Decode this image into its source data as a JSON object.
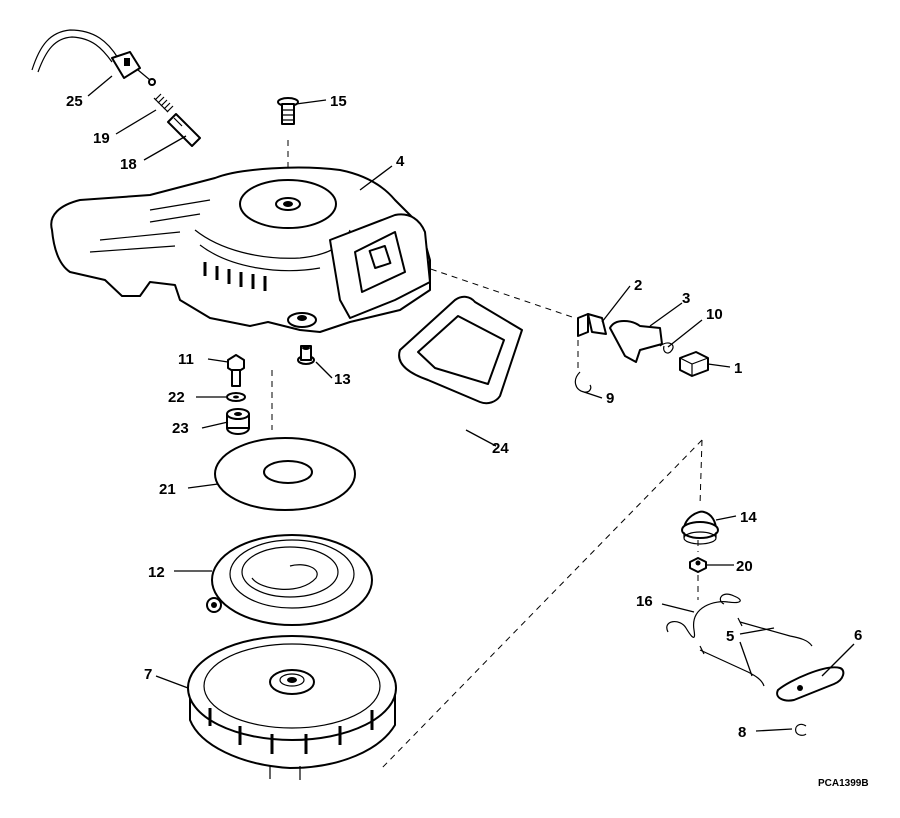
{
  "drawing_code": "PCA1399B",
  "callouts": [
    {
      "id": "c25",
      "text": "25"
    },
    {
      "id": "c19",
      "text": "19"
    },
    {
      "id": "c18",
      "text": "18"
    },
    {
      "id": "c15",
      "text": "15"
    },
    {
      "id": "c4",
      "text": "4"
    },
    {
      "id": "c2",
      "text": "2"
    },
    {
      "id": "c3",
      "text": "3"
    },
    {
      "id": "c10",
      "text": "10"
    },
    {
      "id": "c1",
      "text": "1"
    },
    {
      "id": "c9",
      "text": "9"
    },
    {
      "id": "c11",
      "text": "11"
    },
    {
      "id": "c13",
      "text": "13"
    },
    {
      "id": "c22",
      "text": "22"
    },
    {
      "id": "c23",
      "text": "23"
    },
    {
      "id": "c24",
      "text": "24"
    },
    {
      "id": "c21",
      "text": "21"
    },
    {
      "id": "c14",
      "text": "14"
    },
    {
      "id": "c20",
      "text": "20"
    },
    {
      "id": "c12",
      "text": "12"
    },
    {
      "id": "c16",
      "text": "16"
    },
    {
      "id": "c5",
      "text": "5"
    },
    {
      "id": "c6",
      "text": "6"
    },
    {
      "id": "c7",
      "text": "7"
    },
    {
      "id": "c8",
      "text": "8"
    }
  ]
}
